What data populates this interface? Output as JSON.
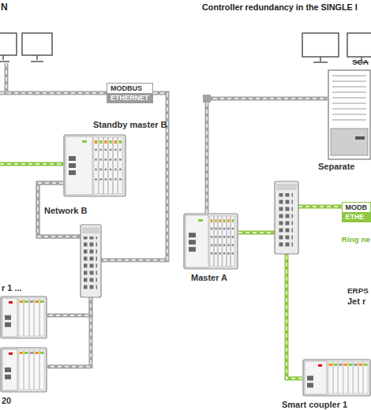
{
  "diagram": {
    "title": "Controller redundancy in the SINGLE I",
    "nodes": [
      {
        "text": [
          "MODBUS",
          "ETHERNET"
        ]
      },
      {
        "text": [
          "Standby master B"
        ]
      },
      {
        "text": [
          "r 1 ..."
        ]
      },
      {
        "text": [
          "20"
        ]
      },
      {
        "text": [
          "SCA"
        ]
      },
      {
        "text": [
          "Master A"
        ]
      },
      {
        "text": [
          "MODB",
          "ETHE"
        ]
      },
      {
        "text": [
          "Smart coupler 1"
        ]
      }
    ],
    "edges": [
      {
        "from": 1,
        "to": 2,
        "arrow": "none"
      },
      {
        "from": 1,
        "to": 3,
        "arrow": "none"
      },
      {
        "from": 5,
        "to": 4,
        "arrow": "none"
      },
      {
        "from": 5,
        "to": 7,
        "arrow": "none"
      }
    ],
    "labels": [
      "N",
      "Network B",
      "Separate",
      "Ring ne",
      "ERPS",
      "Jet r"
    ]
  }
}
